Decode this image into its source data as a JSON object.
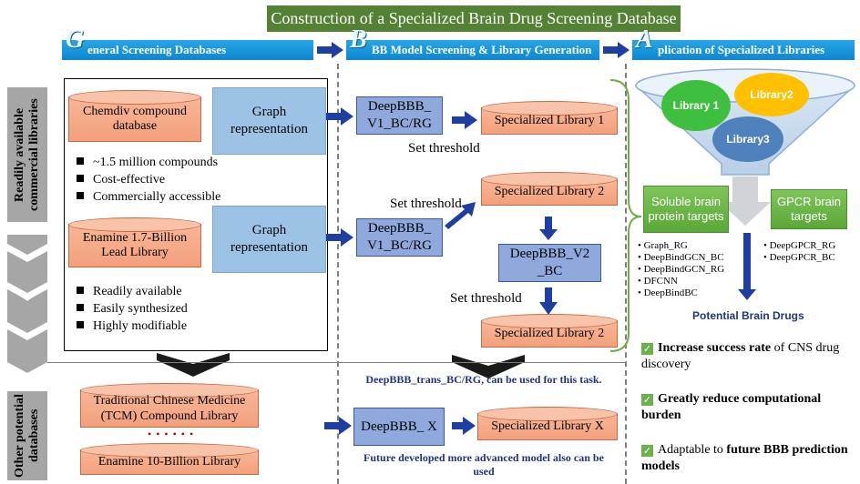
{
  "title": "Construction of a Specialized Brain Drug Screening Database",
  "headers": {
    "h1": {
      "cap": "G",
      "text": "eneral Screening Databases"
    },
    "h2": {
      "cap": "B",
      "text": "BB Model Screening & Library Generation"
    },
    "h3": {
      "cap": "A",
      "text": "plication of Specialized Libraries"
    }
  },
  "sidebar": {
    "readily": "Readily available commercial libraries",
    "other": "Other potential databases"
  },
  "left": {
    "chemdiv": "Chemdiv compound database",
    "graph1": "Graph representation",
    "chemdiv_bullets": [
      "~1.5 million compounds",
      "Cost-effective",
      "Commercially accessible"
    ],
    "enamine": "Enamine 1.7-Billion Lead Library",
    "graph2": "Graph representation",
    "enamine_bullets": [
      "Readily available",
      "Easily synthesized",
      "Highly modifiable"
    ],
    "tcm": "Traditional Chinese Medicine (TCM) Compound Library",
    "dots": "• • • • • •",
    "enamine10": "Enamine 10-Billion Library"
  },
  "middle": {
    "model1": "DeepBBB_ V1_BC/RG",
    "lib1": "Specialized Library 1",
    "thr1": "Set threshold",
    "thr2": "Set threshold",
    "model2": "DeepBBB_ V1_BC/RG",
    "lib2a": "Specialized Library 2",
    "model3": "DeepBBB_V2 _BC",
    "thr3": "Set threshold",
    "lib2b": "Specialized Library 2",
    "trans_note": "DeepBBB_trans_BC/RG, can be used for this task.",
    "modelx": "DeepBBB_ X",
    "libx": "Specialized Library X",
    "future_note": "Future developed more advanced model also can be used"
  },
  "right": {
    "libs": [
      "Library 1",
      "Library2",
      "Library3"
    ],
    "soluble": "Soluble brain protein targets",
    "gpcr": "GPCR brain targets",
    "soluble_models": [
      "Graph_RG",
      "DeepBindGCN_BC",
      "DeepBindGCN_RG",
      "DFCNN",
      "DeepBindBC"
    ],
    "gpcr_models": [
      "DeepGPCR_RG",
      "DeepGPCR_BC"
    ],
    "potential": "Potential Brain Drugs",
    "benefits": [
      {
        "bold": "Increase success rate",
        "rest": " of CNS drug discovery",
        "pre": ""
      },
      {
        "bold": "Greatly reduce computational burden",
        "rest": "",
        "pre": ""
      },
      {
        "bold": "future BBB prediction models",
        "rest": "",
        "pre": "Adaptable to "
      }
    ]
  },
  "colors": {
    "title_bg": "#548235",
    "header": "#1893db",
    "cylinder": "#f4a582",
    "graph": "#9cc3e5",
    "model": "#8fa9dc",
    "arrow": "#1f3fa0",
    "green_target": "#6ab04c"
  }
}
